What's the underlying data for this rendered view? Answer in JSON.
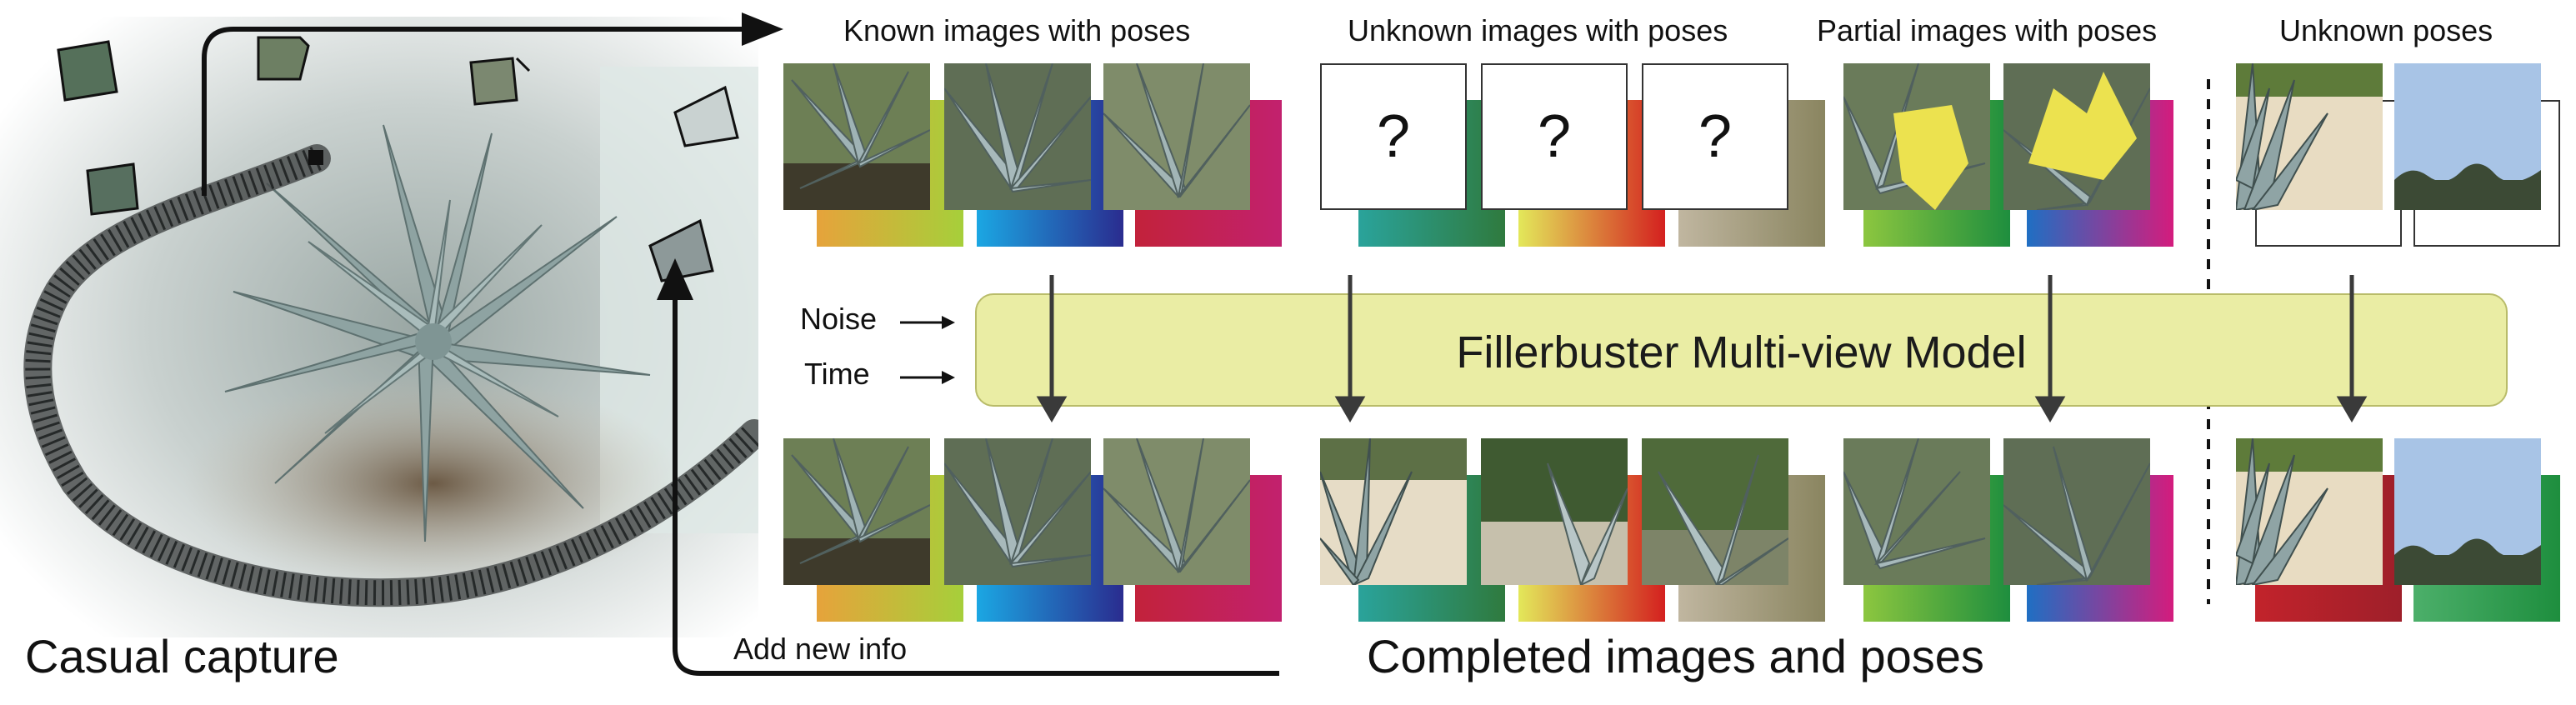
{
  "headings": {
    "known": "Known images with poses",
    "unknown_images": "Unknown images with poses",
    "partial": "Partial images with poses",
    "unknown_poses": "Unknown poses"
  },
  "inputs": {
    "noise": "Noise",
    "time": "Time"
  },
  "model": {
    "title": "Fillerbuster Multi-view Model"
  },
  "captions": {
    "left": "Casual capture",
    "add_info": "Add new info",
    "bottom": "Completed images and poses"
  },
  "placeholder": {
    "unknown_mark": "?"
  },
  "colors": {
    "model_fill": "#eaeda4",
    "model_border": "#b9bc6a",
    "arrow": "#3a3a3a",
    "mask_yellow": "#ece24f"
  }
}
